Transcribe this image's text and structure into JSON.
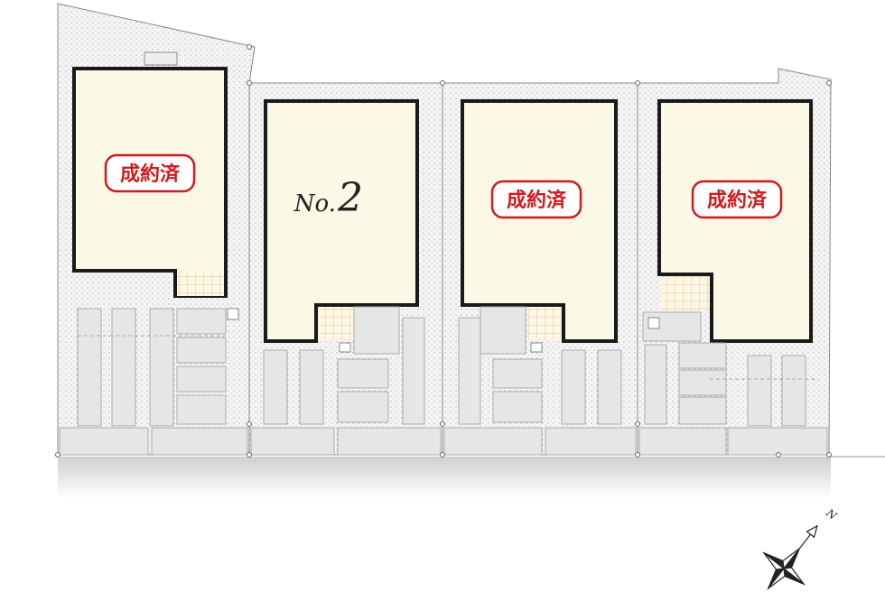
{
  "plan": {
    "colors": {
      "lot_fill": "#e2e2e2",
      "house_fill": "#fbf8e6",
      "house_outline": "#1a1a1a",
      "pad_fill": "#e6e6e6",
      "tile_fill": "#fff6e2",
      "stamp_red": "#d2191e",
      "road_shadow": "#d9d9d9"
    },
    "lots": [
      {
        "id": "lot-1",
        "status": "sold",
        "stamp_text": "成約済"
      },
      {
        "id": "lot-2",
        "status": "available",
        "label_prefix": "No.",
        "label_number": "2"
      },
      {
        "id": "lot-3",
        "status": "sold",
        "stamp_text": "成約済"
      },
      {
        "id": "lot-4",
        "status": "sold",
        "stamp_text": "成約済"
      }
    ],
    "compass": {
      "north_label": "N"
    }
  }
}
